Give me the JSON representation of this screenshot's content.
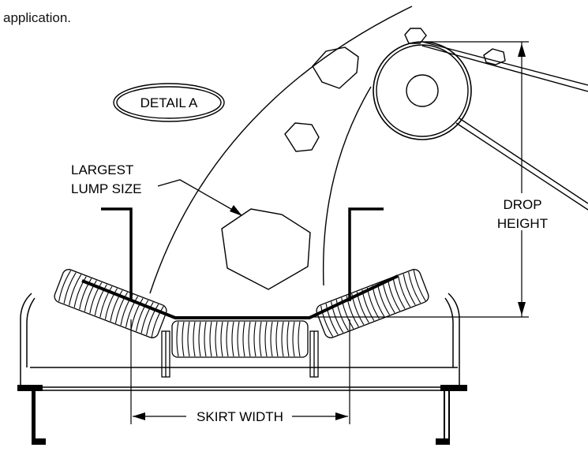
{
  "caption": "application.",
  "labels": {
    "detail": "DETAIL A",
    "largest_lump": [
      "LARGEST",
      "LUMP SIZE"
    ],
    "drop_height": [
      "DROP",
      "HEIGHT"
    ],
    "skirt_width": "SKIRT WIDTH"
  }
}
